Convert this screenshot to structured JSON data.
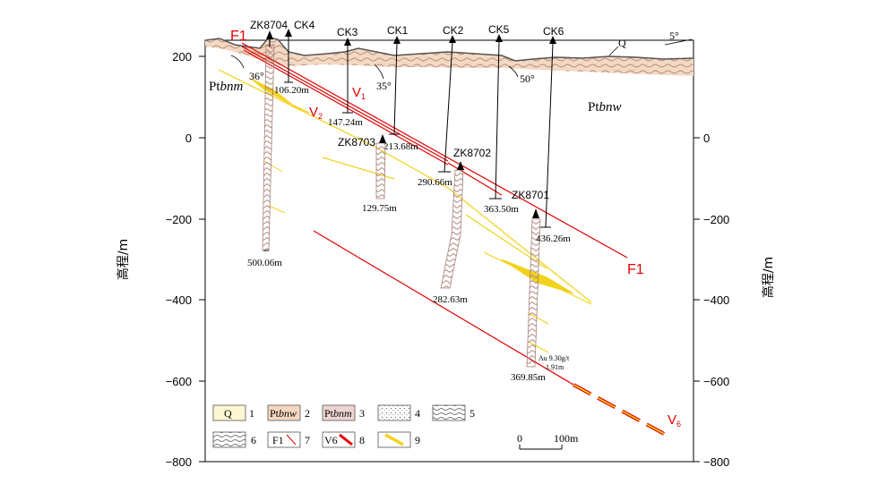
{
  "axes": {
    "left_title": "高程/m",
    "right_title": "高程/m",
    "ticks": [
      "200",
      "0",
      "−200",
      "−400",
      "−600",
      "−800"
    ],
    "right_ticks": [
      "0",
      "−200",
      "−400",
      "−600",
      "−800"
    ]
  },
  "drillholes": {
    "ZK8704": {
      "name": "ZK8704",
      "depth": "500.06m"
    },
    "CK4": {
      "name": "CK4",
      "depth": "106.20m"
    },
    "CK3": {
      "name": "CK3",
      "depth": "147.24m"
    },
    "CK1": {
      "name": "CK1",
      "depth": "213.68m"
    },
    "ZK8703": {
      "name": "ZK8703",
      "depth": "129.75m"
    },
    "CK2": {
      "name": "CK2",
      "depth": "290.66m"
    },
    "ZK8702": {
      "name": "ZK8702",
      "depth": "282.63m"
    },
    "CK5": {
      "name": "CK5",
      "depth": "363.50m"
    },
    "ZK8701": {
      "name": "ZK8701",
      "depth": "369.85m"
    },
    "CK6": {
      "name": "CK6",
      "depth": "436.26m"
    }
  },
  "labels": {
    "fault_top": "F1",
    "fault_right": "F1",
    "v1_letter": "V",
    "v1_sub": "1",
    "v2_letter": "V",
    "v2_sub": "2",
    "v6_letter": "V",
    "v6_sub": "6",
    "pt_bnm_prefix": "Pt",
    "pt_bnm_suffix": "bnm",
    "pt_bnw_prefix": "Pt",
    "pt_bnw_suffix": "bnw",
    "quaternary": "Q",
    "dip_36": "36°",
    "dip_35": "35°",
    "dip_50": "50°",
    "slope_5": "5°",
    "assay_grade": "Au 9.30g/t",
    "assay_width": "1.91m"
  },
  "legend": [
    {
      "num": "1",
      "text": "Q"
    },
    {
      "num": "2",
      "prefix": "Pt",
      "suffix": "bnw"
    },
    {
      "num": "3",
      "prefix": "Pt",
      "suffix": "bnm"
    },
    {
      "num": "4"
    },
    {
      "num": "5"
    },
    {
      "num": "6"
    },
    {
      "num": "7",
      "text": "F1"
    },
    {
      "num": "8",
      "text": "V6"
    },
    {
      "num": "9"
    }
  ],
  "scale_bar": {
    "start": "0",
    "end": "100m"
  },
  "colors": {
    "fault": "#e00000",
    "orebody_yellow": "#f2d21a",
    "cover_fill": "#f3d9c4",
    "cover_wave": "#b88c7a",
    "hole_wave": "#a88078"
  }
}
